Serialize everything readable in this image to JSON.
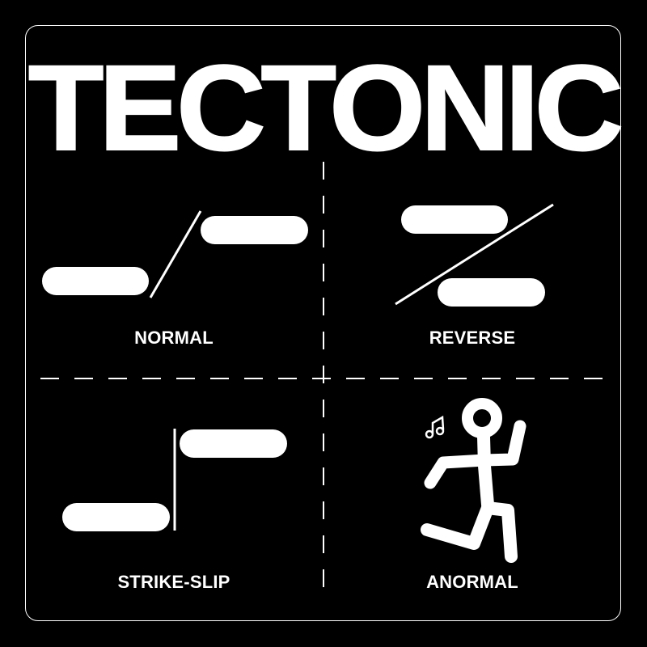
{
  "title": "TECTONIC",
  "colors": {
    "background": "#000000",
    "foreground": "#ffffff"
  },
  "panels": [
    {
      "id": "normal",
      "label": "NORMAL",
      "icon": "normal-fault-icon"
    },
    {
      "id": "reverse",
      "label": "REVERSE",
      "icon": "reverse-fault-icon"
    },
    {
      "id": "strike-slip",
      "label": "STRIKE-SLIP",
      "icon": "strike-slip-fault-icon"
    },
    {
      "id": "anormal",
      "label": "ANORMAL",
      "icon": "dancing-stick-figure-icon",
      "extra_icon": "music-note-icon"
    }
  ]
}
